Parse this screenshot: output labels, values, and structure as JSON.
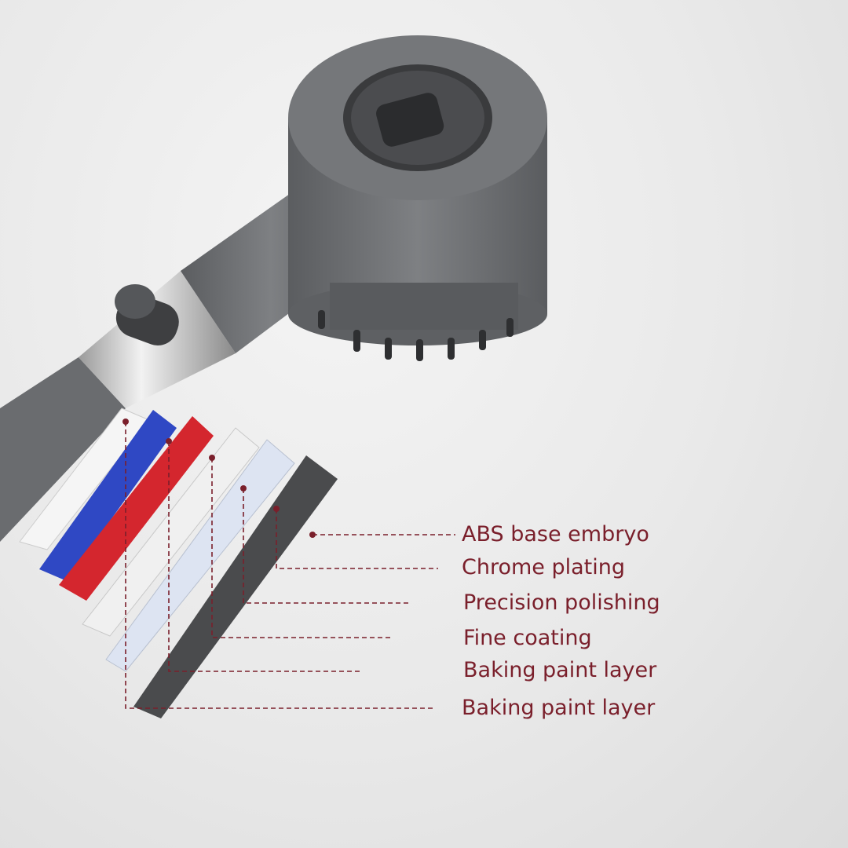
{
  "colors": {
    "label": "#7a1f2b",
    "body": "#6b6d70",
    "blue": "#2f48c4",
    "red": "#d4262e",
    "dark": "#4a4b4d"
  },
  "layers": [
    {
      "label": "ABS base embryo"
    },
    {
      "label": "Chrome plating"
    },
    {
      "label": "Precision polishing"
    },
    {
      "label": "Fine coating"
    },
    {
      "label": "Baking paint layer"
    },
    {
      "label": "Baking paint layer"
    }
  ]
}
